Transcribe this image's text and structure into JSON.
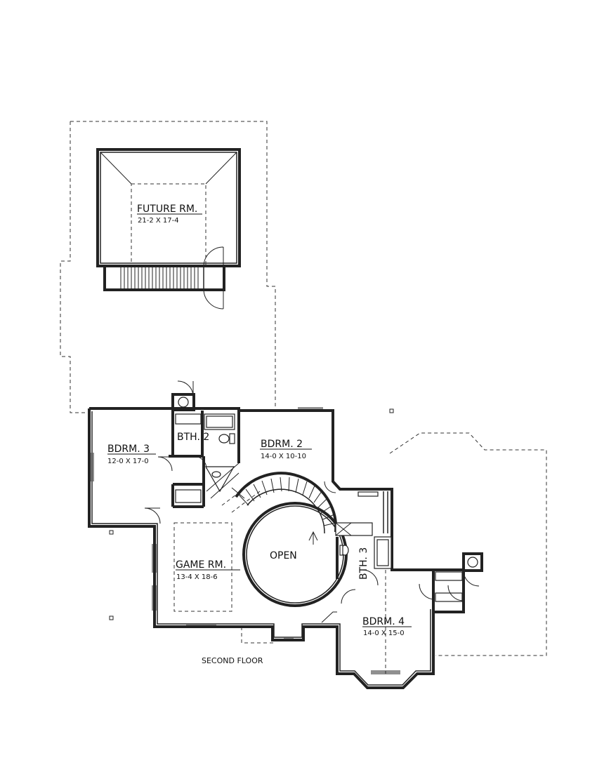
{
  "rooms": {
    "future": {
      "name": "FUTURE RM.",
      "size": "21-2 X 17-4"
    },
    "bdrm3": {
      "name": "BDRM. 3",
      "size": "12-0 X 17-0"
    },
    "bth2": {
      "name": "BTH. 2"
    },
    "bdrm2": {
      "name": "BDRM. 2",
      "size": "14-0 X 10-10"
    },
    "game": {
      "name": "GAME RM.",
      "size": "13-4 X 18-6"
    },
    "open": {
      "name": "OPEN"
    },
    "bth3": {
      "name": "BTH. 3"
    },
    "bdrm4": {
      "name": "BDRM. 4",
      "size": "14-0 X 15-0"
    }
  },
  "caption": "SECOND FLOOR"
}
